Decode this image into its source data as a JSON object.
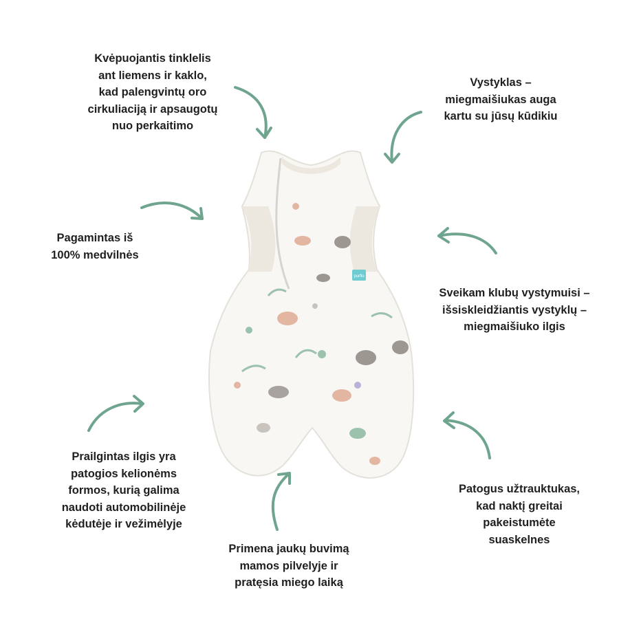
{
  "accent_color": "#6fa58e",
  "product": {
    "brand_tag": "purflo"
  },
  "captions": {
    "mesh": [
      "Kvėpuojantis tinklelis",
      "ant liemens ir kaklo,",
      "kad palengvintų oro",
      "cirkuliaciją ir apsaugotų",
      "nuo perkaitimo"
    ],
    "swaddle": [
      "Vystyklas –",
      "miegmaišiukas auga",
      "kartu su jūsų kūdikiu"
    ],
    "cotton": [
      "Pagamintas iš",
      "100% medvilnės"
    ],
    "hips": [
      "Sveikam klubų vystymuisi –",
      "išsiskleidžiantis vystyklų –",
      "miegmaišiuko ilgis"
    ],
    "length": [
      "Prailgintas ilgis yra",
      "patogios kelionėms",
      "formos, kurią galima",
      "naudoti automobilinėje",
      "kėdutėje ir vežimėlyje"
    ],
    "womb": [
      "Primena jaukų buvimą",
      "mamos pilvelyje ir",
      "pratęsia miego laiką"
    ],
    "zipper": [
      "Patogus užtrauktukas,",
      "kad naktį greitai",
      "pakeistumėte",
      "suaskelnes"
    ]
  }
}
